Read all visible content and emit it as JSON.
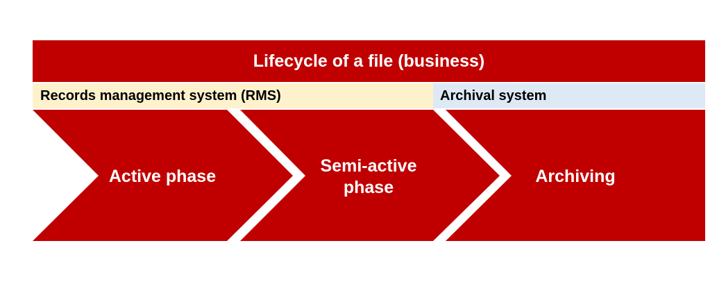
{
  "colors": {
    "primary_red": "#c00000",
    "rms_band": "#fef2cc",
    "archival_band": "#dde9f5",
    "text_light": "#ffffff",
    "text_dark": "#000000"
  },
  "diagram": {
    "title": "Lifecycle of a file (business)",
    "bands": {
      "rms": "Records management system (RMS)",
      "archival": "Archival system"
    },
    "phases": [
      {
        "line1": "Active phase",
        "line2": ""
      },
      {
        "line1": "Semi-active",
        "line2": "phase"
      },
      {
        "line1": "Archiving",
        "line2": ""
      }
    ]
  }
}
